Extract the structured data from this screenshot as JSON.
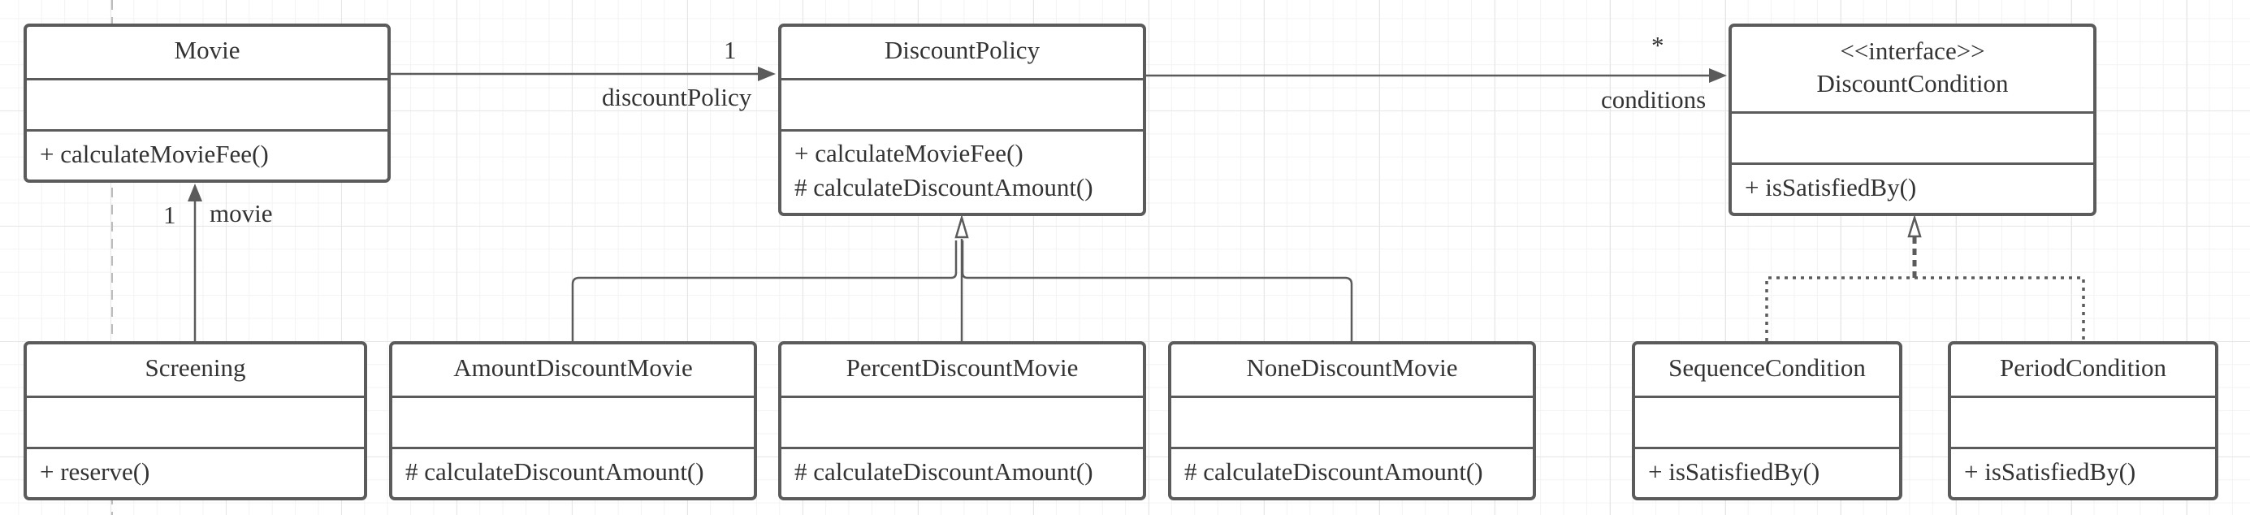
{
  "classes": {
    "movie": {
      "name": "Movie",
      "operations": [
        "+ calculateMovieFee()"
      ]
    },
    "discount_policy": {
      "name": "DiscountPolicy",
      "operations": [
        "+ calculateMovieFee()",
        "# calculateDiscountAmount()"
      ]
    },
    "discount_condition": {
      "stereotype": "<<interface>>",
      "name": "DiscountCondition",
      "operations": [
        "+ isSatisfiedBy()"
      ]
    },
    "screening": {
      "name": "Screening",
      "operations": [
        "+ reserve()"
      ]
    },
    "amount_discount_movie": {
      "name": "AmountDiscountMovie",
      "operations": [
        "# calculateDiscountAmount()"
      ]
    },
    "percent_discount_movie": {
      "name": "PercentDiscountMovie",
      "operations": [
        "# calculateDiscountAmount()"
      ]
    },
    "none_discount_movie": {
      "name": "NoneDiscountMovie",
      "operations": [
        "# calculateDiscountAmount()"
      ]
    },
    "sequence_condition": {
      "name": "SequenceCondition",
      "operations": [
        "+ isSatisfiedBy()"
      ]
    },
    "period_condition": {
      "name": "PeriodCondition",
      "operations": [
        "+ isSatisfiedBy()"
      ]
    }
  },
  "associations": {
    "movie_discount_policy": {
      "multiplicity": "1",
      "role": "discountPolicy"
    },
    "policy_conditions": {
      "multiplicity": "*",
      "role": "conditions"
    },
    "screening_movie": {
      "multiplicity": "1",
      "role": "movie"
    }
  },
  "colors": {
    "line": "#5b5b5b",
    "text": "#333333",
    "grid": "#e6e6e6"
  }
}
